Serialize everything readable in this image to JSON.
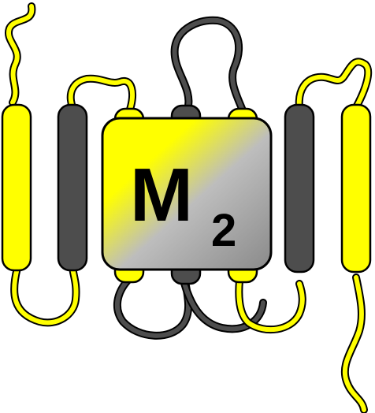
{
  "colors": {
    "yellow": "#ffff00",
    "dark_gray": "#4d4d4d",
    "light_gray": "#bdbdbd",
    "outline": "#000000",
    "background": "#ffffff"
  },
  "label": {
    "main": "M",
    "subscript": "2"
  },
  "helices": [
    {
      "id": "tm1",
      "color": "yellow"
    },
    {
      "id": "tm2",
      "color": "dark_gray"
    },
    {
      "id": "tm3",
      "color": "yellow"
    },
    {
      "id": "tm4",
      "color": "dark_gray"
    },
    {
      "id": "tm5",
      "color": "yellow"
    },
    {
      "id": "tm6",
      "color": "dark_gray"
    },
    {
      "id": "tm7",
      "color": "yellow"
    }
  ]
}
